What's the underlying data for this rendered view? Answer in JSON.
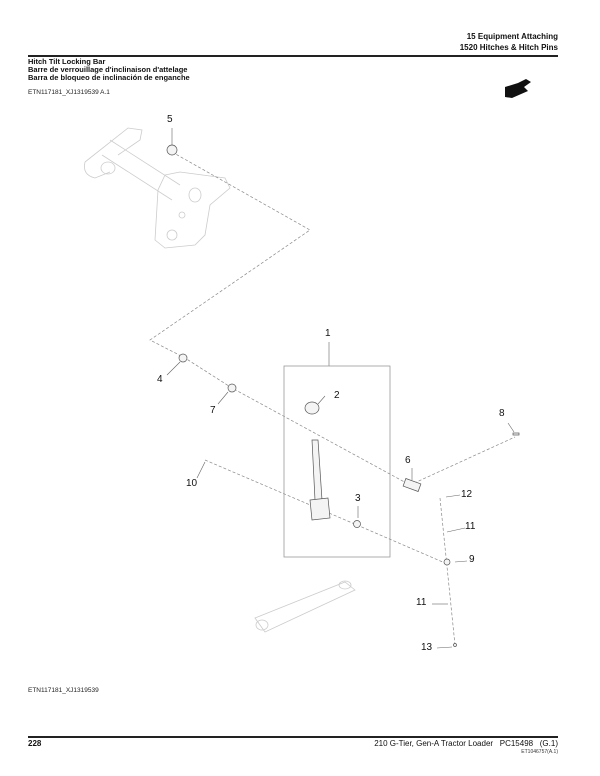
{
  "header": {
    "section": "15 Equipment Attaching",
    "subsection": "1520 Hitches & Hitch Pins"
  },
  "title": {
    "en": "Hitch Tilt Locking Bar",
    "fr": "Barre de verrouillage d'inclinaison d'attelage",
    "es": "Barra de bloqueo de inclinación de enganche"
  },
  "figure_ref_top": "ETN117181_XJ1319539 A.1",
  "figure_ref_bottom": "ETN117181_XJ1319539",
  "orientation_icon": "pointing-hand-icon",
  "callouts": [
    "5",
    "1",
    "2",
    "4",
    "7",
    "8",
    "6",
    "10",
    "12",
    "3",
    "11",
    "9",
    "11",
    "13"
  ],
  "footer": {
    "page_number": "228",
    "model": "210 G-Tier, Gen-A Tractor Loader",
    "publication": "PC15498",
    "revision": "(G.1)",
    "code": "ET1046757(A.1)"
  }
}
